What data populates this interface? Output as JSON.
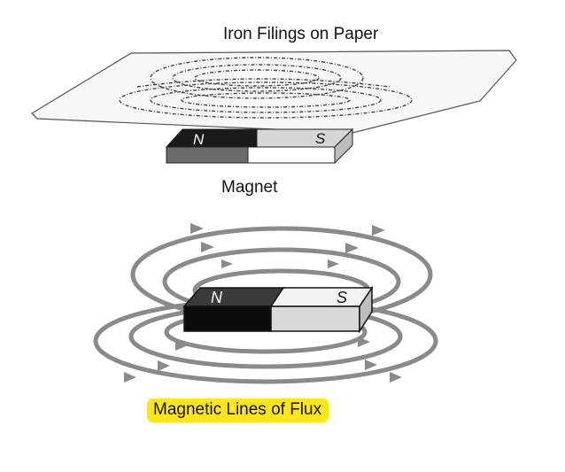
{
  "top_illustration": {
    "title": "Iron Filings on Paper",
    "magnet_caption": "Magnet",
    "north_pole": "N",
    "south_pole": "S"
  },
  "bottom_illustration": {
    "north_pole": "N",
    "south_pole": "S",
    "caption": "Magnetic Lines of Flux",
    "caption_highlight_color": "#ffe619",
    "flux_line_color": "#8a8a8a"
  }
}
